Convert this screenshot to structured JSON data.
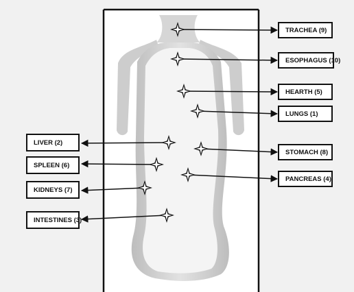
{
  "labels": {
    "trachea": "TRACHEA (9)",
    "esophagus": "ESOPHAGUS (10)",
    "hearth": "HEARTH (5)",
    "lungs": "LUNGS (1)",
    "stomach": "STOMACH (8)",
    "pancreas": "PANCREAS (4)",
    "liver": "LIVER (2)",
    "spleen": "SPLEEN (6)",
    "kidneys": "KIDNEYS (7)",
    "intestines": "INTESTINES (3)"
  },
  "colors": {
    "background": "#f1f1f1",
    "panel": "#ffffff",
    "frame": "#111111",
    "body_shade": "#c8c8c8"
  }
}
